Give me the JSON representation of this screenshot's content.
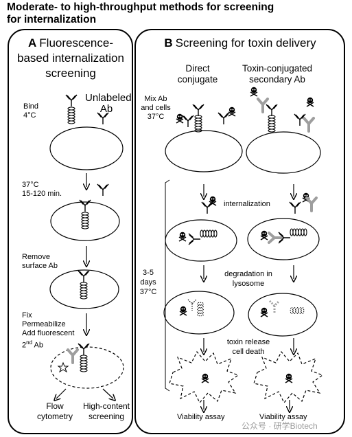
{
  "title_line1": "Moderate- to high-throughput methods for screening",
  "title_line2": "for internalization",
  "panel_a": {
    "letter": "A",
    "heading_line1": "Fluorescence-",
    "heading_line2": "based internalization",
    "heading_line3": "screening",
    "unlabeled_line1": "Unlabeled",
    "unlabeled_line2": "Ab",
    "step1_line1": "Bind",
    "step1_line2": "4°C",
    "step2_line1": "37°C",
    "step2_line2": "15-120 min.",
    "step3_line1": "Remove",
    "step3_line2": "surface Ab",
    "step4_line1": "Fix",
    "step4_line2": "Permeabilize",
    "step4_line3": "Add fluorescent",
    "step4_line4_main": "2",
    "step4_line4_sup": "nd",
    "step4_line4_end": " Ab",
    "out_left_line1": "Flow",
    "out_left_line2": "cytometry",
    "out_right_line1": "High-content",
    "out_right_line2": "screening"
  },
  "panel_b": {
    "letter": "B",
    "heading": "Screening for toxin delivery",
    "col1_line1": "Direct",
    "col1_line2": "conjugate",
    "col2_line1": "Toxin-conjugated",
    "col2_line2": "secondary Ab",
    "mix_line1": "Mix Ab",
    "mix_line2": "and cells",
    "mix_line3": "37°C",
    "internalization": "internalization",
    "degradation_line1": "degradation in",
    "degradation_line2": "lysosome",
    "days_line1": "3-5",
    "days_line2": "days",
    "days_line3": "37°C",
    "release_line1": "toxin release",
    "release_line2": "cell death",
    "viability_left": "Viability assay",
    "viability_right": "Viability assay"
  },
  "watermark": "公众号 · 研学Biotech"
}
